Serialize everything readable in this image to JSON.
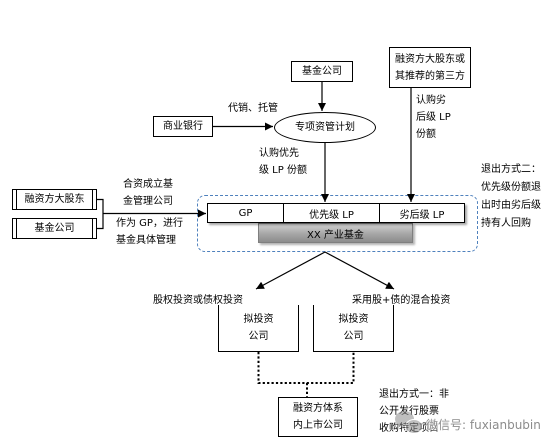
{
  "diagram": {
    "fund_company_top": "基金公司",
    "investor_top_right": [
      "融资方大股东或",
      "其推荐的第三方"
    ],
    "commercial_bank": "商业银行",
    "asset_management_plan": "专项资管计划",
    "financier_shareholder": "融资方大股东",
    "fund_company_left": "基金公司",
    "fund_structure": {
      "gp": "GP",
      "senior_lp": "优先级 LP",
      "junior_lp": "劣后级 LP",
      "fund_name": "XX 产业基金"
    },
    "target_company_left": [
      "拟投资",
      "公司"
    ],
    "target_company_right": [
      "拟投资",
      "公司"
    ],
    "listed_company": [
      "融资方体系",
      "内上市公司"
    ]
  },
  "edge_labels": {
    "distribution_custody": "代销、托管",
    "subscribe_junior": [
      "认购劣",
      "后级 LP",
      "份额"
    ],
    "subscribe_senior": [
      "认购优先",
      "级 LP 份额"
    ],
    "joint_venture": [
      "合资成立基",
      "金管理公司"
    ],
    "as_gp": [
      "作为 GP，进行",
      "基金具体管理"
    ],
    "equity_or_debt": "股权投资或债权投资",
    "mixed_investment": "采用股+债的混合投资"
  },
  "exit_methods": {
    "method_two": [
      "退出方式二：",
      "优先级份额退",
      "出时由劣后级",
      "持有人回购"
    ],
    "method_one": [
      "退出方式一：非",
      "公开发行股票",
      "收购特定项目"
    ]
  },
  "watermark": {
    "icon": "wechat-icon",
    "text": "微信号: fuxianbubin"
  },
  "colors": {
    "dashed_border": "#4f81bd",
    "fund_bar": "#a6a6a6",
    "line": "#000000",
    "watermark": "#8c8c8c"
  }
}
